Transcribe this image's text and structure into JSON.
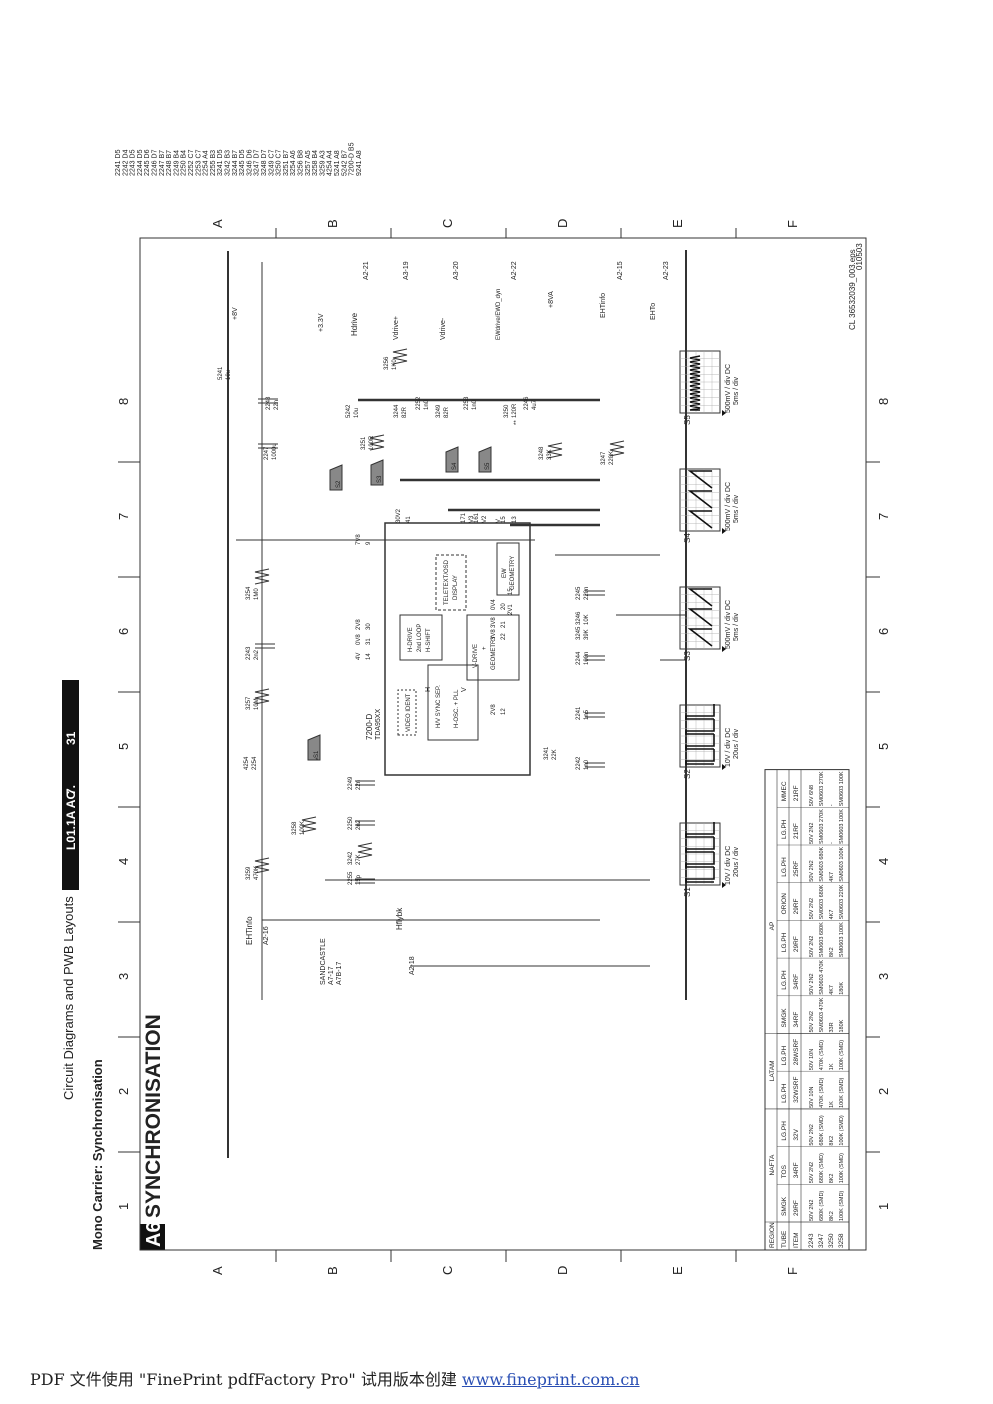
{
  "page": {
    "header_left": "Circuit Diagrams and PWB Layouts",
    "header_model": "L01.1A AC",
    "header_section": "7.",
    "header_page": "31",
    "subtitle": "Mono Carrier: Synchronisation",
    "diagram_code": "A6",
    "diagram_title": "SYNCHRONISATION"
  },
  "grid": {
    "cols": [
      "1",
      "2",
      "3",
      "4",
      "5",
      "6",
      "7",
      "8"
    ],
    "rows": [
      "A",
      "B",
      "C",
      "D",
      "E",
      "F"
    ]
  },
  "ref_index": [
    "2241 D5",
    "2242 D4",
    "2243 D5",
    "2244 D5",
    "2245 D6",
    "2246 D7",
    "2247 B7",
    "2248 B7",
    "2249 B4",
    "2250 B4",
    "2252 C7",
    "2253 C7",
    "2254 A4",
    "2255 B3",
    "3241 D5",
    "3242 B3",
    "3244 B7",
    "3245 D5",
    "3246 D6",
    "3247 D7",
    "3248 D7",
    "3249 C7",
    "3250 C7",
    "3251 B7",
    "3254 A6",
    "3256 B8",
    "3257 A5",
    "3258 B4",
    "3259 A3",
    "4254 A4",
    "5241 A8",
    "5242 B7",
    "7200-D B5",
    "9241 A8"
  ],
  "signals": {
    "top": [
      "EHTinfo",
      "A2-16",
      "SANDCASTLE",
      "A7-17",
      "A7B-17",
      "Hflybk",
      "A2-18"
    ],
    "bottom": [
      "Hdrive",
      "A2-21",
      "Vdrive+",
      "A3-19",
      "Vdrive-",
      "A3-20",
      "EWdrive/EWD_dyn",
      "A2-22",
      "EHTinfo",
      "A2-15",
      "EHTo",
      "A2-23"
    ],
    "supplies": [
      "+8V",
      "+3.3V",
      "+8VA"
    ]
  },
  "ic": {
    "ref": "7200-D",
    "part": "TDA95XX",
    "blocks": [
      "VIDEO IDENT",
      "H/V SYNC SEP.",
      "H-OSC. + PLL",
      "H-DRIVE",
      "2nd LOOP",
      "H-SHIFT",
      "TELETEXT/OSD",
      "DISPLAY",
      "V-DRIVE",
      "+",
      "GEOMETRY",
      "EW",
      "GEOMETRY"
    ],
    "pins": [
      "9",
      "7V8",
      "30",
      "2V8",
      "31",
      "0V8",
      "14",
      "4V",
      "20",
      "0V4",
      "21",
      "3V8",
      "22",
      "3V8",
      "12",
      "2V8",
      "15",
      "2V1",
      "41",
      "30V2",
      "171",
      "V3",
      "161",
      "V2",
      "13",
      "15",
      "V"
    ],
    "tags": [
      "H",
      "V"
    ]
  },
  "components": [
    "3259",
    "470K",
    "3258",
    "100K",
    "4254",
    "2254",
    "3257",
    "10M",
    "2243",
    "2n2",
    "3254",
    "1M0",
    "5241",
    "10u",
    "2248",
    "22n",
    "2247",
    "1000u",
    "5242",
    "10u",
    "3251",
    "100R",
    "3256",
    "1K0",
    "3244",
    "82R",
    "2252",
    "1n0",
    "3249",
    "82R",
    "2253",
    "1n0",
    "3250",
    "120R",
    "2246",
    "4u7",
    "3248",
    "33K",
    "3247",
    "220K",
    "2249",
    "22n",
    "2250",
    "2n2",
    "3242",
    "27K",
    "2255",
    "15p",
    "2241",
    "1n5",
    "3241",
    "22K",
    "2242",
    "1n0",
    "3245",
    "39K",
    "3246",
    "10K",
    "2244",
    "100n",
    "2245",
    "220n",
    "*",
    "**"
  ],
  "probes": [
    "S1",
    "S2",
    "S3",
    "S4",
    "S5"
  ],
  "scopes": [
    {
      "id": "S1",
      "scale": "10V / div DC",
      "time": "20us / div"
    },
    {
      "id": "S2",
      "scale": "10V / div DC",
      "time": "20us / div"
    },
    {
      "id": "S3",
      "scale": "500mV / div DC",
      "time": "5ms / div"
    },
    {
      "id": "S4",
      "scale": "500mV / div DC",
      "time": "5ms / div"
    },
    {
      "id": "S5",
      "scale": "500mV / div DC",
      "time": "5ms / div"
    }
  ],
  "variant_table": {
    "row_labels": [
      "REGION",
      "TUBE",
      "ITEM",
      "2243",
      "3247",
      "3250",
      "3258"
    ],
    "regions": [
      {
        "name": "NAFTA",
        "span": 3
      },
      {
        "name": "LATAM",
        "span": 2
      },
      {
        "name": "AP",
        "span": 6
      }
    ],
    "columns": [
      {
        "tube": "SMGK",
        "item": "29RF",
        "vals": [
          "50V 2N2",
          "680K (SMD)",
          "8K2",
          "100K (SMD)"
        ]
      },
      {
        "tube": "TOS",
        "item": "34RF",
        "vals": [
          "50V 2N2",
          "680K (SMD)",
          "8K2",
          "100K (SMD)"
        ]
      },
      {
        "tube": "LG.PH",
        "item": "32V",
        "vals": [
          "50V 2N2",
          "680K (SMD)",
          "8K2",
          "100K (SMD)"
        ]
      },
      {
        "tube": "LG.PH",
        "item": "32WSRF",
        "vals": [
          "50V 10N",
          "470K (SMD)",
          "1K",
          "100K (SMD)"
        ]
      },
      {
        "tube": "LG.PH",
        "item": "28WSRF",
        "vals": [
          "50V 10N",
          "470K (SMD)",
          "1K",
          "100K (SMD)"
        ]
      },
      {
        "tube": "SMGK",
        "item": "34RF",
        "vals": [
          "50V 2N2",
          "SM0603 470K",
          "33R",
          "180K"
        ]
      },
      {
        "tube": "LG.PH",
        "item": "34RF",
        "vals": [
          "50V 2N2",
          "SM0603 470K",
          "4K7",
          "180K"
        ]
      },
      {
        "tube": "LG.PH",
        "item": "29RF",
        "vals": [
          "50V 2N2",
          "SM0603 680K",
          "8K2",
          "SM0603 100K"
        ]
      },
      {
        "tube": "ORION",
        "item": "29RF",
        "vals": [
          "50V 2N2",
          "SM0603 680K",
          "4K7",
          "SM0603 220K"
        ]
      },
      {
        "tube": "LG.PH",
        "item": "25RF",
        "vals": [
          "50V 2N2",
          "SM0603 680K",
          "4K7",
          "SM0603 100K"
        ]
      },
      {
        "tube": "LG.PH",
        "item": "21RF",
        "vals": [
          "50V 2N2",
          "SM0603 270K",
          "-",
          "SM0603 100K"
        ]
      },
      {
        "tube": "MMEC",
        "item": "21RF",
        "vals": [
          "50V 6N8",
          "SM0603 270K",
          "-",
          "SM0603 100K"
        ]
      }
    ]
  },
  "file_ref": "CL 36532039_003.eps",
  "file_date": "010503",
  "footer": {
    "text": "PDF 文件使用 \"FinePrint pdfFactory Pro\" 试用版本创建 ",
    "link": "www.fineprint.com.cn"
  }
}
